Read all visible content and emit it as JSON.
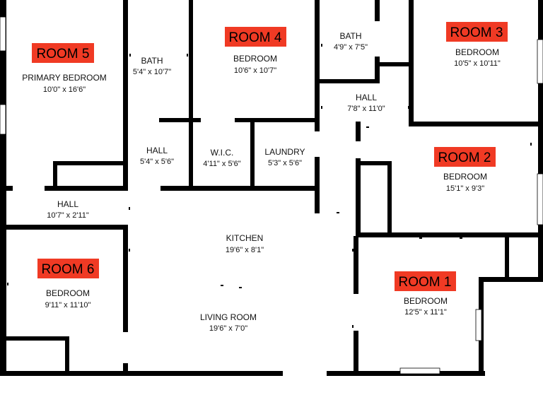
{
  "rooms": [
    {
      "tag": "ROOM 5",
      "name": "PRIMARY BEDROOM",
      "dims": "10'0\" x 16'6\""
    },
    {
      "tag": "ROOM 4",
      "name": "BEDROOM",
      "dims": "10'6\" x 10'7\""
    },
    {
      "tag": "ROOM 3",
      "name": "BEDROOM",
      "dims": "10'5\" x 10'11\""
    },
    {
      "tag": "ROOM 2",
      "name": "BEDROOM",
      "dims": "15'1\" x 9'3\""
    },
    {
      "tag": "ROOM 1",
      "name": "BEDROOM",
      "dims": "12'5\" x 11'1\""
    },
    {
      "tag": "ROOM 6",
      "name": "BEDROOM",
      "dims": "9'11\" x 11'10\""
    }
  ],
  "spaces": [
    {
      "name": "BATH",
      "dims": "5'4\" x 10'7\""
    },
    {
      "name": "BATH",
      "dims": "4'9\" x 7'5\""
    },
    {
      "name": "HALL",
      "dims": "7'8\" x 11'0\""
    },
    {
      "name": "HALL",
      "dims": "5'4\" x 5'6\""
    },
    {
      "name": "W.I.C.",
      "dims": "4'11\" x 5'6\""
    },
    {
      "name": "LAUNDRY",
      "dims": "5'3\" x 5'6\""
    },
    {
      "name": "HALL",
      "dims": "10'7\" x 2'11\""
    },
    {
      "name": "KITCHEN",
      "dims": "19'6\" x 8'1\""
    },
    {
      "name": "LIVING ROOM",
      "dims": "19'6\" x 7'0\""
    }
  ],
  "colors": {
    "tag": "#f03a24",
    "wall": "#000000",
    "background": "#ffffff"
  }
}
